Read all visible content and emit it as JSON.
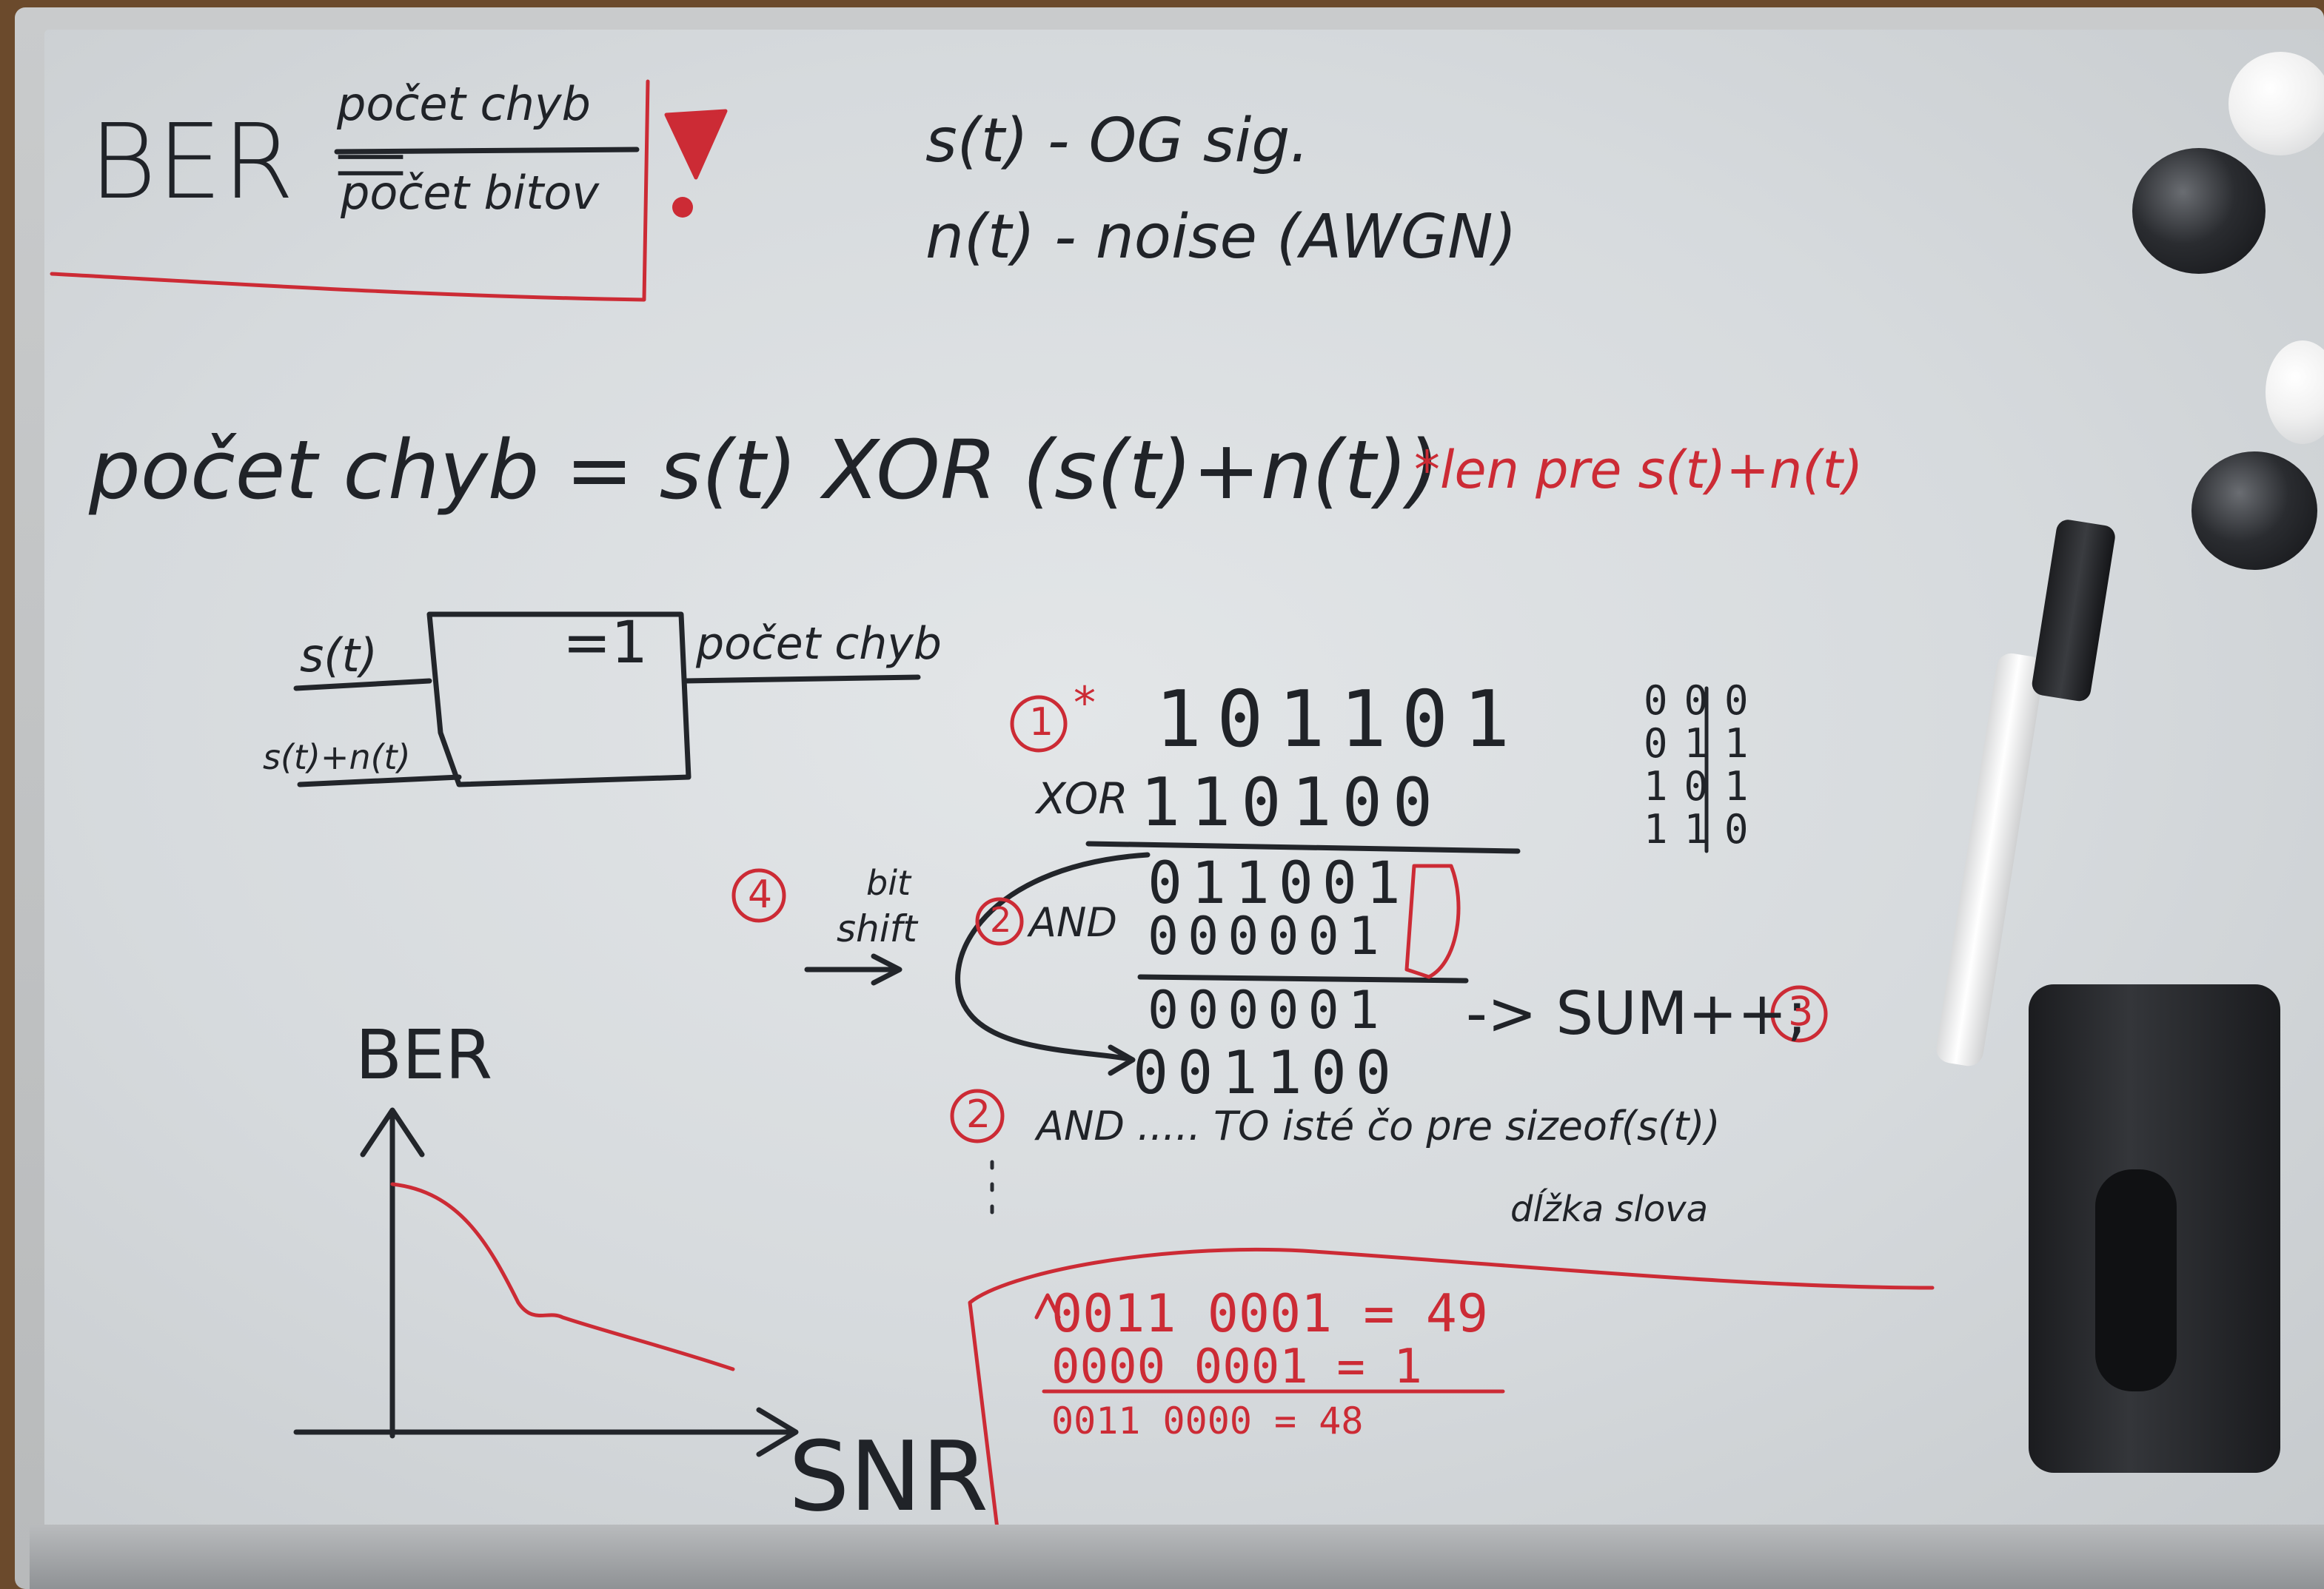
{
  "formulas": {
    "ber_lhs": "BER =",
    "ber_num": "počet chyb",
    "ber_den": "počet bitov",
    "signal_def": "s(t) - OG sig.",
    "noise_def": "n(t) - noise (AWGN)",
    "errors_eq": "počet chyb = s(t) XOR (s(t)+n(t))",
    "note_red": "*len pre s(t)+n(t)"
  },
  "gate": {
    "input_a": "s(t)",
    "input_b": "s(t)+n(t)",
    "symbol": "=1",
    "output": "počet chyb"
  },
  "xor_example": {
    "marker_1": "1",
    "row_a": "101101",
    "xor_label": "XOR",
    "row_b": "110100",
    "result": "011001",
    "and_label": "AND",
    "mask": "000001",
    "and_result": "000001",
    "sum_label": "-> SUM++;",
    "marker_2": "2",
    "marker_3": "3",
    "marker_4": "4",
    "shift_label_1": "bit",
    "shift_label_2": "shift",
    "shifted": "001100",
    "step2_text": "AND ..... TO isté čo pre sizeof(s(t))",
    "step2_sub": "dĺžka slova"
  },
  "truth_table": {
    "rows": [
      [
        "0",
        "0",
        "0"
      ],
      [
        "0",
        "1",
        "1"
      ],
      [
        "1",
        "0",
        "1"
      ],
      [
        "1",
        "1",
        "0"
      ]
    ]
  },
  "graph": {
    "y_label": "BER",
    "x_label": "SNR"
  },
  "byte_example": {
    "row1": "0011 0001 = 49",
    "row2": "0000 0001 = 1",
    "row3": "0011 0000 = 48"
  },
  "colors": {
    "ink_black": "#22252a",
    "ink_red": "#cc2b35",
    "board": "#dde0e2"
  }
}
